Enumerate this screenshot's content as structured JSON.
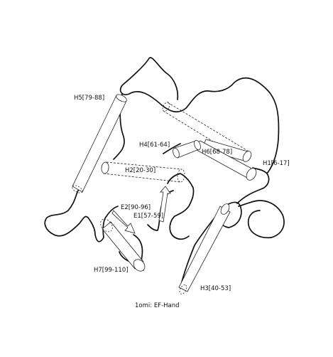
{
  "diagram": {
    "caption": "1omi: EF-Hand",
    "colors": {
      "background": "#ffffff",
      "line": "#111111"
    },
    "helices": [
      {
        "id": "h5",
        "label": "H5[79-88]"
      },
      {
        "id": "h4",
        "label": "H4[61-64]"
      },
      {
        "id": "h6",
        "label": "H6[68-78]"
      },
      {
        "id": "h1",
        "label": "H1[6-17]"
      },
      {
        "id": "h2",
        "label": "H2[20-30]"
      },
      {
        "id": "h7",
        "label": "H7[99-110]"
      },
      {
        "id": "h3",
        "label": "H3[40-53]"
      }
    ],
    "strands": [
      {
        "id": "e2",
        "label": "E2[90-96]"
      },
      {
        "id": "e1",
        "label": "E1[57-59]"
      }
    ]
  }
}
